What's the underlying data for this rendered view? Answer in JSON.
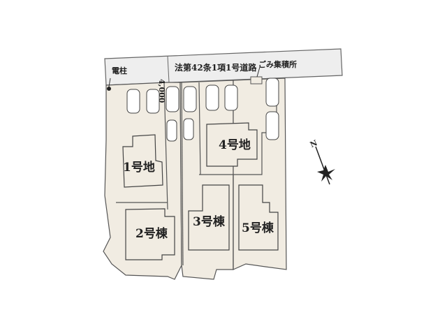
{
  "map": {
    "road": {
      "label": "法第42条1項1号道路",
      "width_label": "4,000"
    },
    "utility_pole": {
      "label": "電柱"
    },
    "garbage": {
      "label": "ごみ集積所"
    },
    "lots": [
      {
        "id": "1",
        "label": "1号地"
      },
      {
        "id": "2",
        "label": "2号棟"
      },
      {
        "id": "3",
        "label": "3号棟"
      },
      {
        "id": "4",
        "label": "4号地"
      },
      {
        "id": "5",
        "label": "5号棟"
      }
    ],
    "compass": {
      "label": "N"
    },
    "colors": {
      "lot_fill": "#f1ece2",
      "road_fill": "#eeeeee",
      "line": "#555555"
    }
  }
}
